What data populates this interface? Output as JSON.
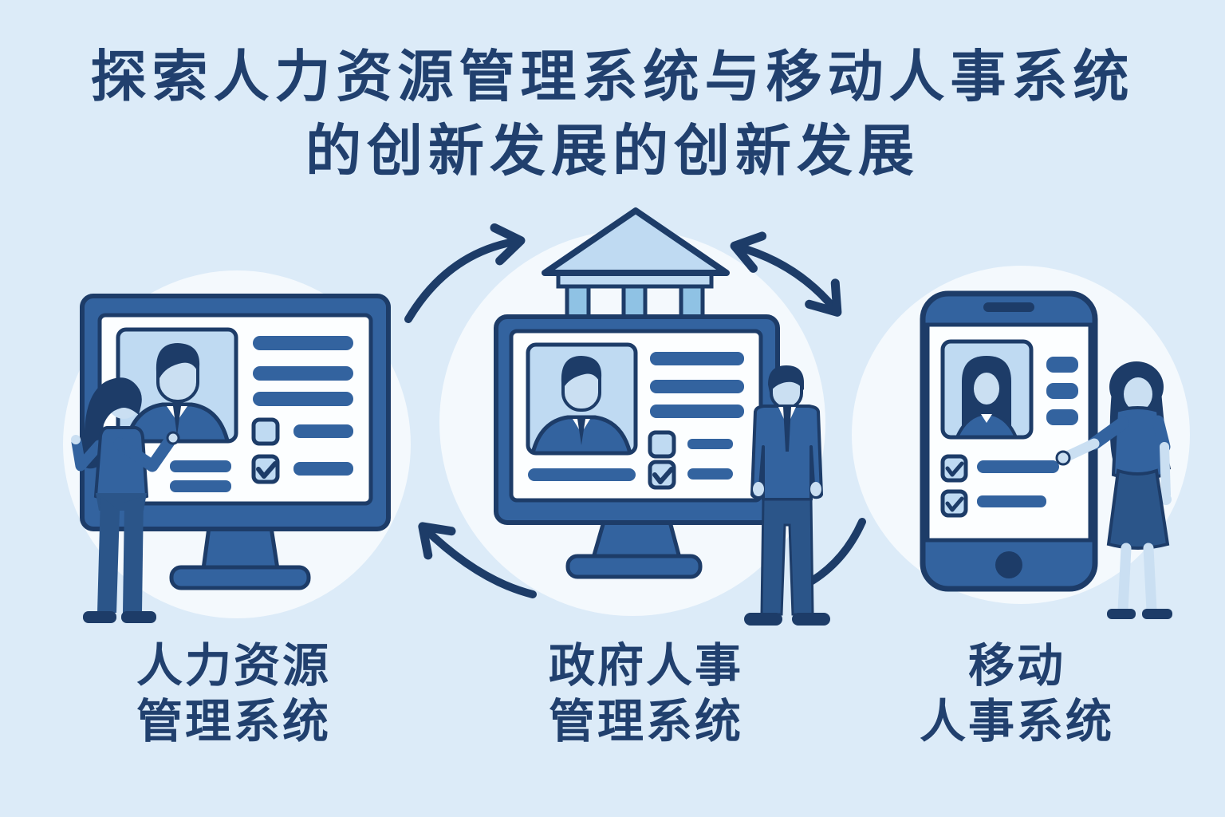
{
  "title": {
    "line1": "探索人力资源管理系统与移动人事系统",
    "line2": "的创新发展的创新发展"
  },
  "systems": [
    {
      "id": "hr",
      "label_line1": "人力资源",
      "label_line2": "管理系统",
      "icon": "desktop-monitor-profile-icon"
    },
    {
      "id": "gov",
      "label_line1": "政府人事",
      "label_line2": "管理系统",
      "icon": "government-building-monitor-icon"
    },
    {
      "id": "mobile",
      "label_line1": "移动",
      "label_line2": "人事系统",
      "icon": "smartphone-profile-icon"
    }
  ],
  "colors": {
    "background": "#dcebf8",
    "title_text": "#21406e",
    "outline_navy": "#1d3c68",
    "primary_blue": "#33639f",
    "secondary_blue": "#2b5589",
    "light_blue": "#bfdaf2",
    "column_blue": "#8fc2e4",
    "skin_blue": "#cadff2",
    "circle_white": "#f4f9fd",
    "screen_white": "#fcfeff"
  }
}
